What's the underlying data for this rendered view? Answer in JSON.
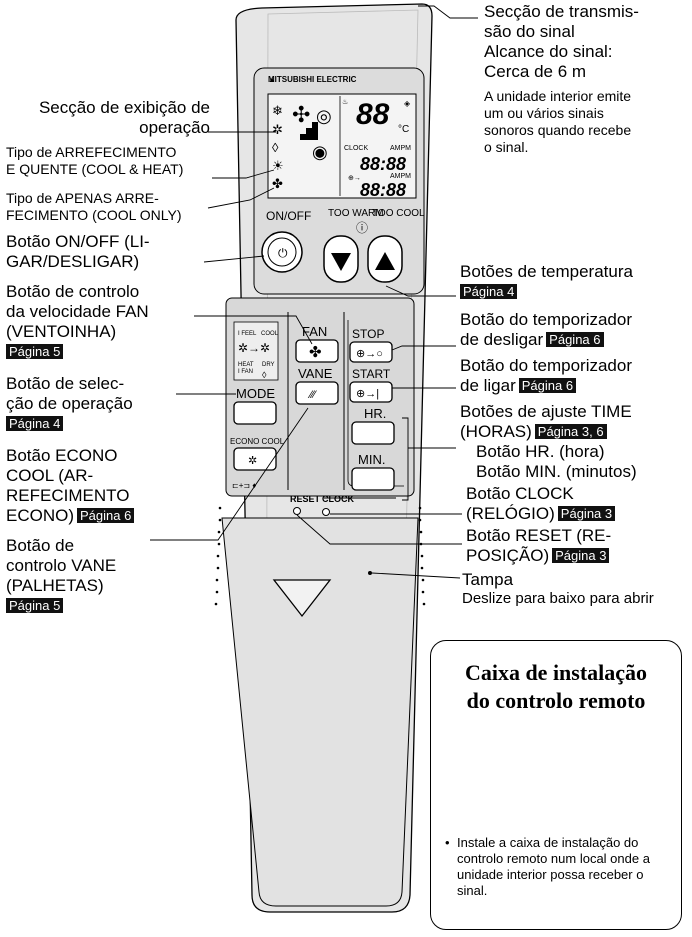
{
  "brand": "MITSUBISHI ELECTRIC",
  "remote": {
    "lcd": {
      "temp": "88",
      "unit": "°C",
      "clock_label": "CLOCK",
      "ampm": "AMPM",
      "time1": "88:88",
      "time2": "88:88"
    },
    "buttons": {
      "onoff": "ON/OFF",
      "too_warm": "TOO WARM",
      "too_cool": "TOO COOL",
      "fan": "FAN",
      "vane": "VANE",
      "mode": "MODE",
      "econo": "ECONO COOL",
      "stop": "STOP",
      "start": "START",
      "hr": "HR.",
      "min": "MIN.",
      "reset": "RESET",
      "clock": "CLOCK"
    },
    "mode_panel": {
      "ifeel": "I FEEL",
      "cool": "COOL",
      "heat": "HEAT",
      "ifan": "I FAN",
      "dry": "DRY"
    }
  },
  "labels": {
    "signal": {
      "l1": "Secção de transmis-",
      "l2": "são do sinal",
      "l3": "Alcance do sinal:",
      "l4": "Cerca de 6 m",
      "s1": "A unidade interior emite",
      "s2": "um ou vários sinais",
      "s3": "sonoros quando recebe",
      "s4": "o sinal."
    },
    "display": {
      "l1": "Secção de exibição de",
      "l2": "operação"
    },
    "coolheat": {
      "l1": "Tipo de ARREFECIMENTO",
      "l2": "E QUENTE (COOL & HEAT)"
    },
    "coolonly": {
      "l1": "Tipo de APENAS ARRE-",
      "l2": "FECIMENTO (COOL ONLY)"
    },
    "onoff": {
      "l1": "Botão ON/OFF (LI-",
      "l2": "GAR/DESLIGAR)"
    },
    "fanspeed": {
      "l1": "Botão de controlo",
      "l2": "da velocidade FAN",
      "l3": "(VENTOINHA)",
      "page": "Página 5"
    },
    "mode": {
      "l1": "Botão de selec-",
      "l2": "ção de operação",
      "page": "Página 4"
    },
    "econo": {
      "l1": "Botão ECONO",
      "l2": "COOL (AR-",
      "l3": "REFECIMENTO",
      "l4": "ECONO)",
      "page": "Página 6"
    },
    "vane": {
      "l1": "Botão de",
      "l2": "controlo VANE",
      "l3": "(PALHETAS)",
      "page": "Página 5"
    },
    "temp": {
      "l1": "Botões de temperatura",
      "page": "Página 4"
    },
    "off_timer": {
      "l1": "Botão do temporizador",
      "l2": "de desligar",
      "page": "Página 6"
    },
    "on_timer": {
      "l1": "Botão do temporizador",
      "l2": "de ligar",
      "page": "Página 6"
    },
    "time": {
      "l1": "Botões de ajuste TIME",
      "l2": "(HORAS)",
      "page": "Página 3, 6",
      "l3": "Botão HR. (hora)",
      "l4": "Botão MIN. (minutos)"
    },
    "clock": {
      "l1": "Botão CLOCK",
      "l2": "(RELÓGIO)",
      "page": "Página 3"
    },
    "reset": {
      "l1": "Botão RESET (RE-",
      "l2": "POSIÇÃO)",
      "page": "Página 3"
    },
    "cover": {
      "l1": "Tampa",
      "l2": "Deslize para baixo para abrir"
    }
  },
  "holder": {
    "title1": "Caixa de instalação",
    "title2": "do controlo remoto",
    "bullet": "•",
    "note": "Instale a caixa de instalação do controlo remoto num local onde a unidade interior possa receber o sinal."
  }
}
